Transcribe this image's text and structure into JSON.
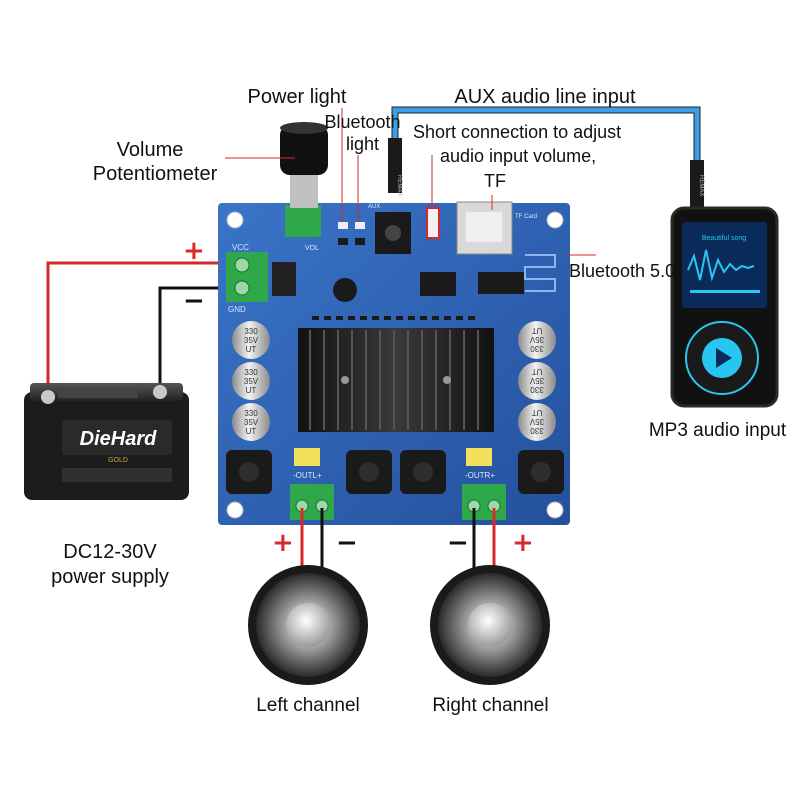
{
  "labels": {
    "power_light": "Power light",
    "aux_input": "AUX audio line input",
    "bluetooth_light_1": "Bluetooth",
    "bluetooth_light_2": "light",
    "short_connection_1": "Short connection to adjust",
    "short_connection_2": "audio input volume,",
    "tf": "TF",
    "volume_pot_1": "Volume",
    "volume_pot_2": "Potentiometer",
    "bluetooth_version": "Bluetooth 5.0",
    "mp3_input": "MP3 audio input",
    "power_supply_1": "DC12-30V",
    "power_supply_2": "power supply",
    "left_channel": "Left channel",
    "right_channel": "Right channel"
  },
  "polarity": {
    "plus": "+",
    "minus": "−"
  },
  "board": {
    "vcc": "VCC",
    "gnd": "GND",
    "vol": "VOL",
    "aux": "AUX",
    "tf_card": "TF Card",
    "outl": "-OUTL+",
    "outr": "-OUTR+",
    "cap_value": "330",
    "cap_voltage": "35V",
    "cap_series": "UT"
  },
  "battery": {
    "brand": "DieHard",
    "small_text": "GOLD"
  },
  "phone": {
    "song": "Beautiful song",
    "cable_brand": "REMAX"
  },
  "colors": {
    "board_blue": "#2d63b8",
    "wire_red": "#d8282a",
    "wire_black": "#111111",
    "aux_cable": "#3a9ee6",
    "phone_accent": "#27c6f0",
    "terminal_green": "#2fa84a"
  }
}
